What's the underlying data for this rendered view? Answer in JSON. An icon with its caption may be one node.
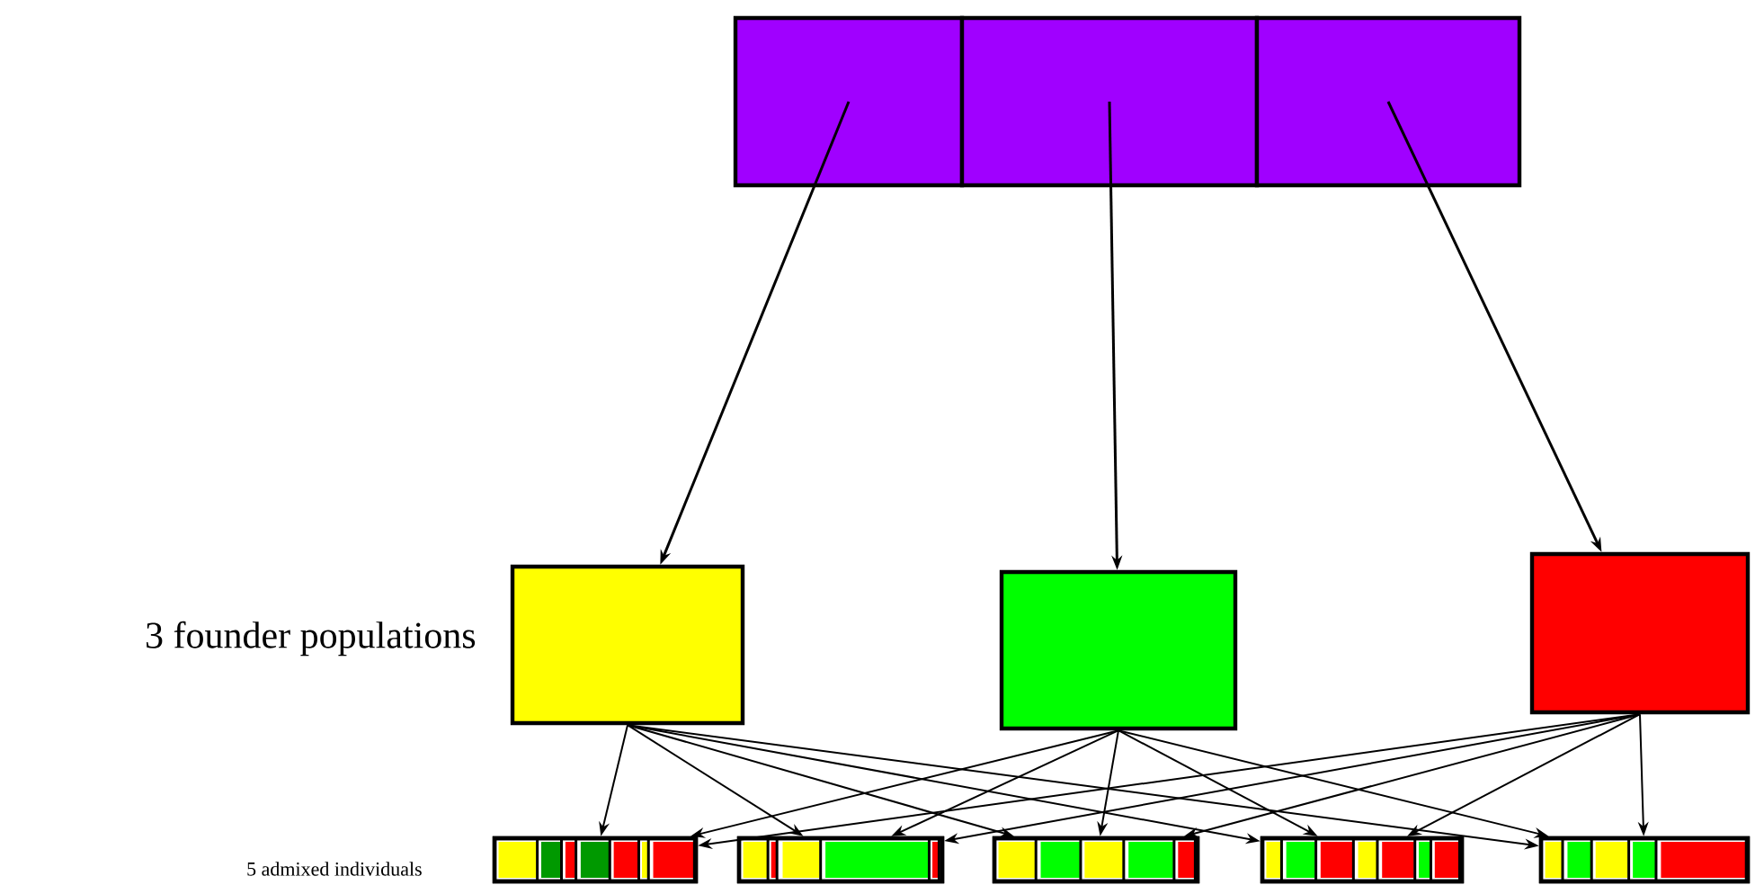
{
  "diagram": {
    "nodes": [
      {
        "text": [],
        "shape": "box"
      },
      {
        "text": [],
        "shape": "box"
      },
      {
        "text": [],
        "shape": "box"
      },
      {
        "text": [],
        "shape": "box"
      },
      {
        "text": [],
        "shape": "box"
      },
      {
        "text": [],
        "shape": "box"
      },
      {
        "text": [],
        "shape": "bar"
      },
      {
        "text": [],
        "shape": "bar"
      },
      {
        "text": [],
        "shape": "bar"
      },
      {
        "text": [],
        "shape": "bar"
      },
      {
        "text": [],
        "shape": "bar"
      }
    ],
    "edges": [
      {
        "from": 0,
        "to": 3,
        "arrow": "to"
      },
      {
        "from": 1,
        "to": 4,
        "arrow": "to"
      },
      {
        "from": 2,
        "to": 5,
        "arrow": "to"
      },
      {
        "from": 3,
        "to": 6,
        "arrow": "to"
      },
      {
        "from": 3,
        "to": 7,
        "arrow": "to"
      },
      {
        "from": 3,
        "to": 8,
        "arrow": "to"
      },
      {
        "from": 3,
        "to": 9,
        "arrow": "to"
      },
      {
        "from": 3,
        "to": 10,
        "arrow": "to"
      },
      {
        "from": 4,
        "to": 6,
        "arrow": "to"
      },
      {
        "from": 4,
        "to": 7,
        "arrow": "to"
      },
      {
        "from": 4,
        "to": 8,
        "arrow": "to"
      },
      {
        "from": 4,
        "to": 9,
        "arrow": "to"
      },
      {
        "from": 4,
        "to": 10,
        "arrow": "to"
      },
      {
        "from": 5,
        "to": 6,
        "arrow": "to"
      },
      {
        "from": 5,
        "to": 7,
        "arrow": "to"
      },
      {
        "from": 5,
        "to": 8,
        "arrow": "to"
      },
      {
        "from": 5,
        "to": 9,
        "arrow": "to"
      },
      {
        "from": 5,
        "to": 10,
        "arrow": "to"
      }
    ],
    "labels": [
      "3 founder populations",
      "5 admixed individuals"
    ]
  }
}
